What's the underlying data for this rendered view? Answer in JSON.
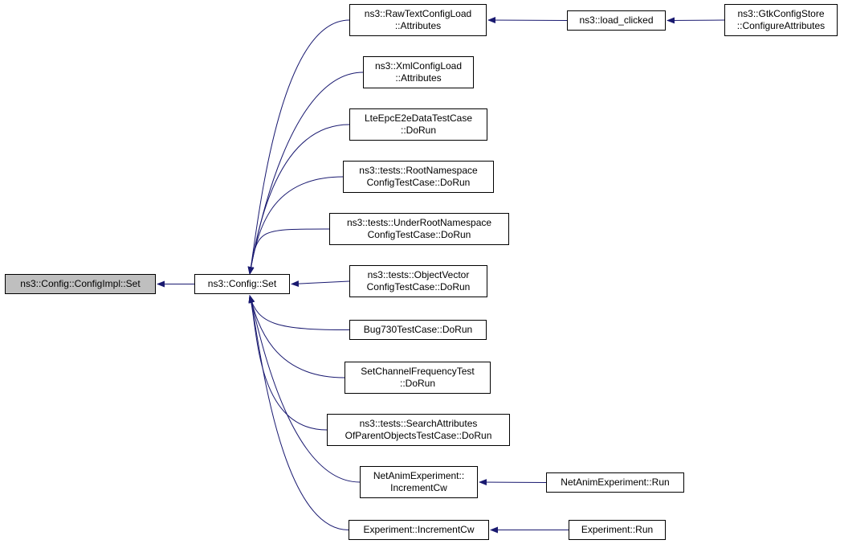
{
  "colors": {
    "edge": "#191970",
    "root_fill": "#bfbfbf",
    "node_fill": "#ffffff",
    "border": "#000000"
  },
  "nodes": [
    {
      "id": "configimpl_set",
      "lines": [
        "ns3::Config::ConfigImpl::Set"
      ],
      "root": true
    },
    {
      "id": "config_set",
      "lines": [
        "ns3::Config::Set"
      ]
    },
    {
      "id": "rawtext",
      "lines": [
        "ns3::RawTextConfigLoad",
        "::Attributes"
      ]
    },
    {
      "id": "xmlconfig",
      "lines": [
        "ns3::XmlConfigLoad",
        "::Attributes"
      ]
    },
    {
      "id": "lteepc",
      "lines": [
        "LteEpcE2eDataTestCase",
        "::DoRun"
      ]
    },
    {
      "id": "rootns",
      "lines": [
        "ns3::tests::RootNamespace",
        "ConfigTestCase::DoRun"
      ]
    },
    {
      "id": "underroot",
      "lines": [
        "ns3::tests::UnderRootNamespace",
        "ConfigTestCase::DoRun"
      ]
    },
    {
      "id": "objvector",
      "lines": [
        "ns3::tests::ObjectVector",
        "ConfigTestCase::DoRun"
      ]
    },
    {
      "id": "bug730",
      "lines": [
        "Bug730TestCase::DoRun"
      ]
    },
    {
      "id": "setchannel",
      "lines": [
        "SetChannelFrequencyTest",
        "::DoRun"
      ]
    },
    {
      "id": "searchattr",
      "lines": [
        "ns3::tests::SearchAttributes",
        "OfParentObjectsTestCase::DoRun"
      ]
    },
    {
      "id": "netanim_inc",
      "lines": [
        "NetAnimExperiment::",
        "IncrementCw"
      ]
    },
    {
      "id": "exp_inc",
      "lines": [
        "Experiment::IncrementCw"
      ]
    },
    {
      "id": "load_clicked",
      "lines": [
        "ns3::load_clicked"
      ]
    },
    {
      "id": "gtkconfig",
      "lines": [
        "ns3::GtkConfigStore",
        "::ConfigureAttributes"
      ]
    },
    {
      "id": "netanim_run",
      "lines": [
        "NetAnimExperiment::Run"
      ]
    },
    {
      "id": "exp_run",
      "lines": [
        "Experiment::Run"
      ]
    }
  ],
  "edges": [
    {
      "from": "config_set",
      "to": "configimpl_set"
    },
    {
      "from": "rawtext",
      "to": "config_set"
    },
    {
      "from": "xmlconfig",
      "to": "config_set"
    },
    {
      "from": "lteepc",
      "to": "config_set"
    },
    {
      "from": "rootns",
      "to": "config_set"
    },
    {
      "from": "underroot",
      "to": "config_set"
    },
    {
      "from": "objvector",
      "to": "config_set"
    },
    {
      "from": "bug730",
      "to": "config_set"
    },
    {
      "from": "setchannel",
      "to": "config_set"
    },
    {
      "from": "searchattr",
      "to": "config_set"
    },
    {
      "from": "netanim_inc",
      "to": "config_set"
    },
    {
      "from": "exp_inc",
      "to": "config_set"
    },
    {
      "from": "load_clicked",
      "to": "rawtext"
    },
    {
      "from": "gtkconfig",
      "to": "load_clicked"
    },
    {
      "from": "netanim_run",
      "to": "netanim_inc"
    },
    {
      "from": "exp_run",
      "to": "exp_inc"
    }
  ]
}
